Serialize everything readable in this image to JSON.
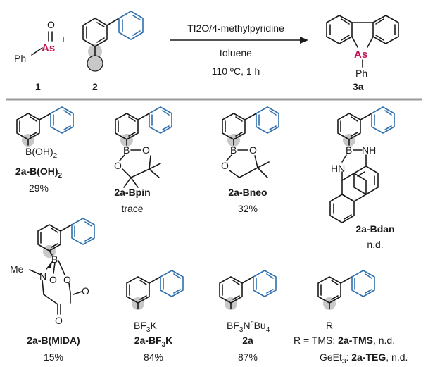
{
  "colors": {
    "accent_blue": "#2f6fad",
    "arsenic_red": "#c2185b",
    "highlight_gray": "#c8c8c8",
    "divider_gray": "#9a9a9a"
  },
  "reaction": {
    "reagent1": {
      "o_atom": "O",
      "as_atom": "As",
      "ph": "Ph",
      "number": "1"
    },
    "plus": "+",
    "reagent2": {
      "number": "2"
    },
    "conditions": [
      "Tf2O/4-methylpyridine",
      "toluene",
      "110 ºC, 1 h"
    ],
    "product": {
      "as_atom": "As",
      "ph": "Ph",
      "number": "3a"
    }
  },
  "substrates": [
    {
      "group": "B(OH)2",
      "name": "2a-B(OH)2",
      "yield": "29%"
    },
    {
      "atoms": [
        "B",
        "O",
        "O"
      ],
      "name": "2a-Bpin",
      "yield": "trace"
    },
    {
      "atoms": [
        "B",
        "O",
        "O"
      ],
      "name": "2a-Bneo",
      "yield": "32%"
    },
    {
      "atoms": [
        "B",
        "NH",
        "HN"
      ],
      "name": "2a-Bdan",
      "yield": "n.d."
    },
    {
      "atoms": [
        "Me",
        "N",
        "B",
        "O",
        "O",
        "O",
        "O"
      ],
      "name": "2a-B(MIDA)",
      "yield": "15%"
    },
    {
      "group": "BF3K",
      "name": "2a-BF3K",
      "yield": "84%"
    },
    {
      "group": "BF3NnBu4",
      "name": "2a",
      "yield": "87%"
    },
    {
      "group": "R",
      "r_line1": "R = TMS: 2a-TMS, n.d.",
      "r_line2": "GeEt3: 2a-TEG, n.d."
    }
  ]
}
